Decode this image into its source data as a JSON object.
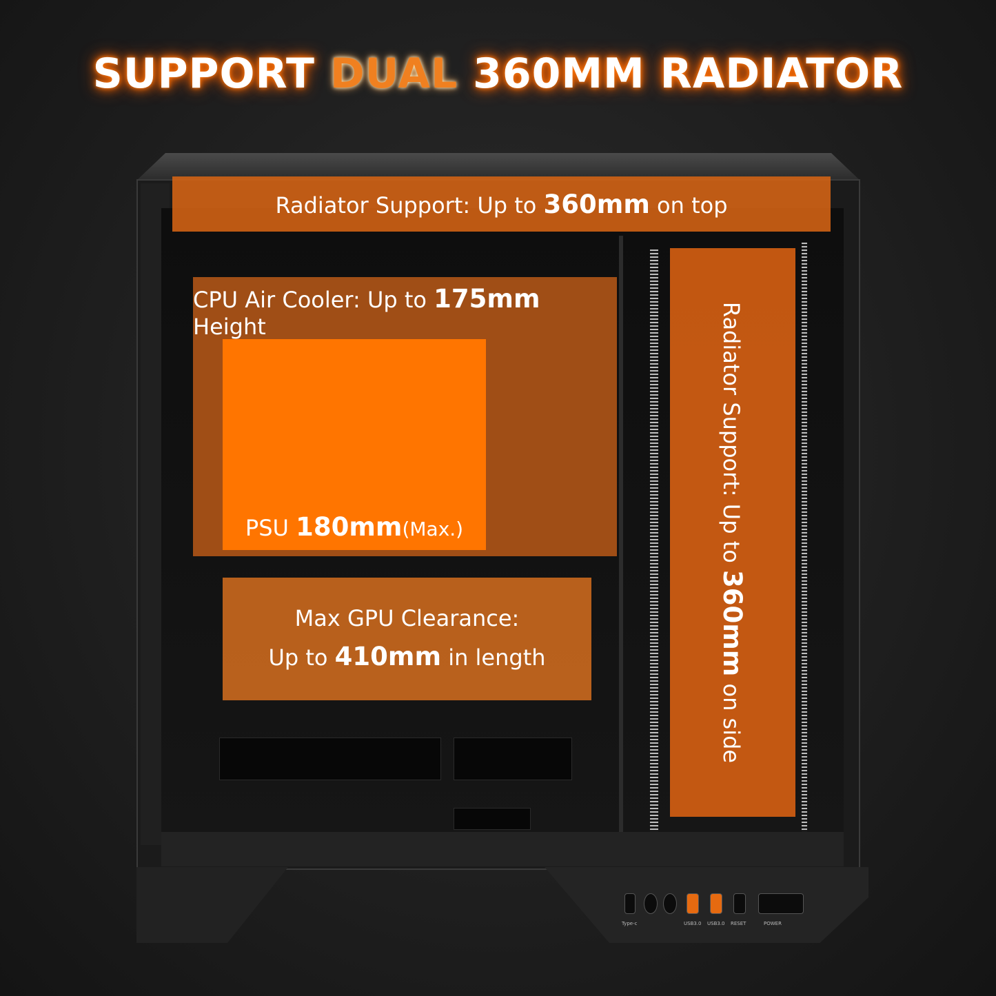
{
  "headline": {
    "part1": "SUPPORT ",
    "part2": "DUAL",
    "part3": " 360MM RADIATOR"
  },
  "overlays": {
    "top_radiator": {
      "prefix": "Radiator Support: Up to ",
      "value": "360mm",
      "suffix": " on top"
    },
    "cpu_cooler": {
      "prefix": "CPU Air Cooler: Up to ",
      "value": "175mm",
      "suffix": " Height"
    },
    "psu": {
      "prefix": "PSU ",
      "value": "180mm",
      "suffix": "(Max.)"
    },
    "gpu": {
      "line1": "Max GPU Clearance:",
      "prefix": "Up to ",
      "value": "410mm",
      "suffix": " in length"
    },
    "side_radiator": {
      "prefix": "Radiator Support: Up to ",
      "value": "360mm",
      "suffix": " on side"
    }
  },
  "io_panel": {
    "labels": [
      "Type-c",
      "USB3.0",
      "USB3.0",
      "RESET",
      "POWER"
    ]
  },
  "colors": {
    "accent_orange": "#ff7500",
    "overlay_orange": "#d66414",
    "background": "#1f1f1f"
  }
}
